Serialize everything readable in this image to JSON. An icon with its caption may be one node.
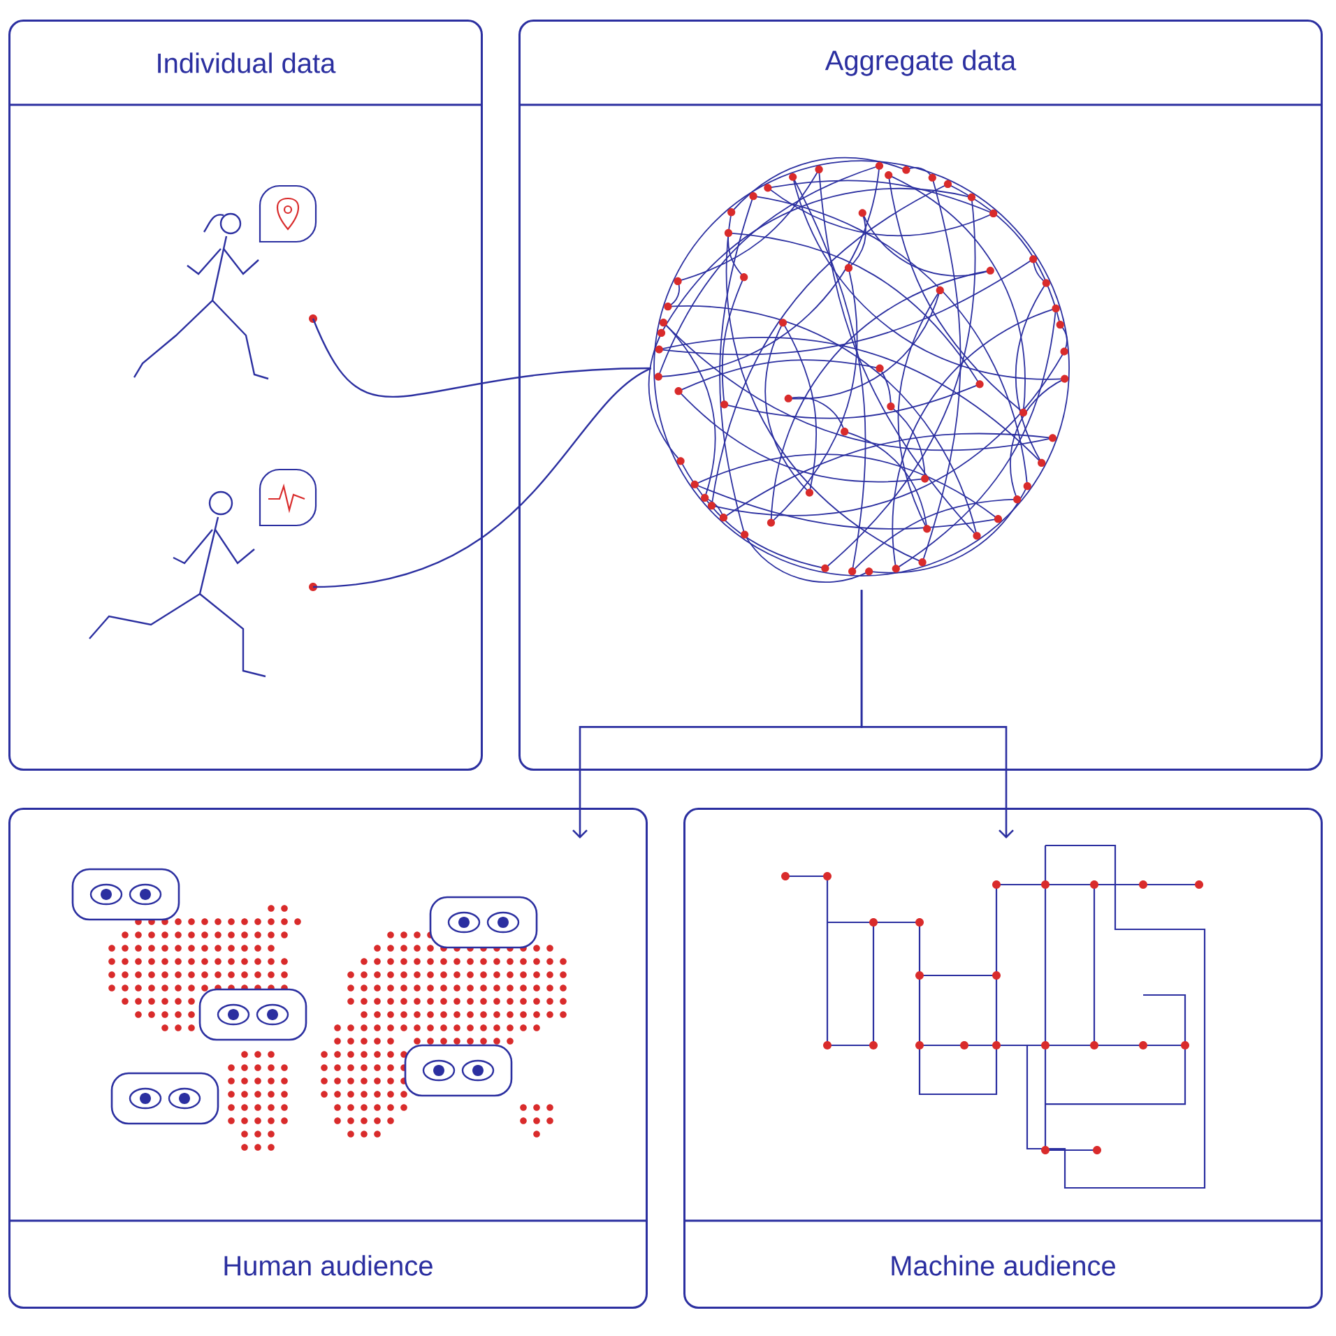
{
  "diagram": {
    "nodes": [
      {
        "text": [
          "Individual data"
        ]
      },
      {
        "text": [
          "Aggregate data"
        ]
      },
      {
        "text": [
          "Human audience"
        ]
      },
      {
        "text": [
          "Machine audience"
        ]
      },
      {
        "text": [],
        "shape": "person",
        "in": 0
      },
      {
        "text": [],
        "shape": "person",
        "in": 0
      },
      {
        "text": [],
        "shape": "circle",
        "in": 1
      }
    ],
    "edges": [
      {
        "from": 4,
        "to": 6,
        "arrow": "none"
      },
      {
        "from": 5,
        "to": 6,
        "arrow": "none"
      },
      {
        "from": 6,
        "to": 2,
        "arrow": "to"
      },
      {
        "from": 6,
        "to": 3,
        "arrow": "to"
      }
    ]
  }
}
